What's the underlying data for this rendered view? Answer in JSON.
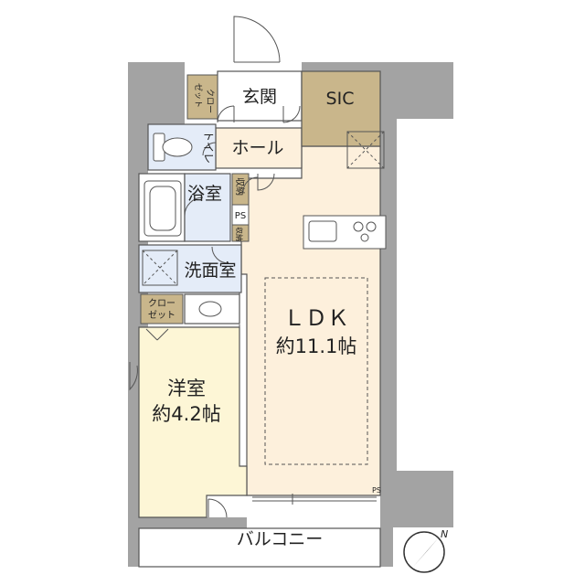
{
  "rooms": {
    "genkan": "玄関",
    "sic": "SIC",
    "closet_top": [
      "クロー",
      "ゼット"
    ],
    "toilet": "トイレ",
    "hall": "ホール",
    "storage_1": "収納",
    "bath": "浴室",
    "ps_1": "PS",
    "storage_2": "収納",
    "washroom": "洗面室",
    "closet_mid": [
      "クロー",
      "ゼット"
    ],
    "ldk_name": "ＬＤＫ",
    "ldk_size": "約11.1帖",
    "western_name": "洋室",
    "western_size": "約4.2帖",
    "ps_2": "PS",
    "balcony": "バルコニー"
  },
  "compass": {
    "label": "N"
  },
  "colors": {
    "wall": "#a3a3a3",
    "ldk_floor": "#fdf0dc",
    "western_floor": "#fdf6d6",
    "wet_floor": "#e4ecf8",
    "hall_floor": "#fdf0dc",
    "sic_floor": "#c9b68b",
    "closet_fill": "#c9b68b",
    "balcony_fill": "#ffffff"
  }
}
